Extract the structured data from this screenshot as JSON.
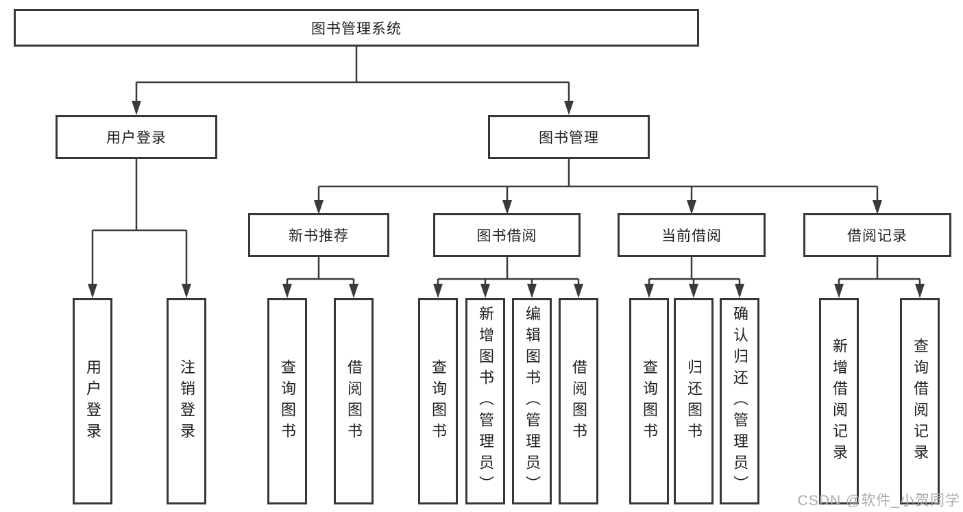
{
  "nodes": {
    "root": "图书管理系统",
    "user_login": "用户登录",
    "book_management": "图书管理",
    "new_book_recommend": "新书推荐",
    "book_borrow": "图书借阅",
    "current_borrow": "当前借阅",
    "borrow_records": "借阅记录",
    "leaf_user_login": "用户登录",
    "leaf_logout": "注销登录",
    "leaf_query_book_recommend": "查询图书",
    "leaf_borrow_book_recommend": "借阅图书",
    "leaf_query_book_borrow": "查询图书",
    "leaf_add_book_admin": "新增图书（管理员）",
    "leaf_edit_book_admin": "编辑图书（管理员）",
    "leaf_borrow_book_borrow": "借阅图书",
    "leaf_query_book_current": "查询图书",
    "leaf_return_book": "归还图书",
    "leaf_confirm_return_admin": "确认归还（管理员）",
    "leaf_add_borrow_record": "新增借阅记录",
    "leaf_query_borrow_record": "查询借阅记录"
  },
  "hierarchy": {
    "图书管理系统": {
      "用户登录": [
        "用户登录",
        "注销登录"
      ],
      "图书管理": {
        "新书推荐": [
          "查询图书",
          "借阅图书"
        ],
        "图书借阅": [
          "查询图书",
          "新增图书（管理员）",
          "编辑图书（管理员）",
          "借阅图书"
        ],
        "当前借阅": [
          "查询图书",
          "归还图书",
          "确认归还（管理员）"
        ],
        "借阅记录": [
          "新增借阅记录",
          "查询借阅记录"
        ]
      }
    }
  },
  "watermark": "CSDN @软件_小贺同学",
  "colors": {
    "box_border": "#373737",
    "connector": "#3a3a3a",
    "text": "#1f1f1f",
    "watermark": "#ababab",
    "background": "#ffffff"
  }
}
